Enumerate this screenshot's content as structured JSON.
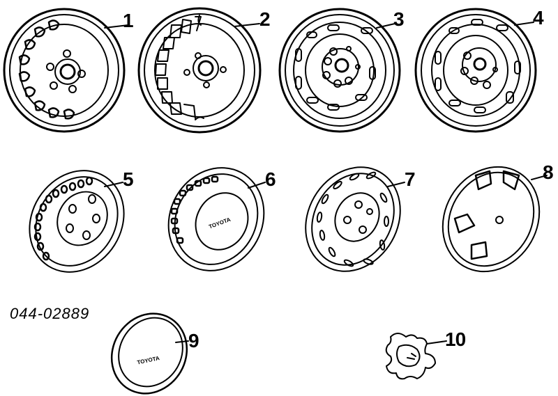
{
  "diagram": {
    "part_number": "044-02889",
    "parts": [
      {
        "callout": "1",
        "kind": "steel-wheel"
      },
      {
        "callout": "2",
        "kind": "steel-wheel"
      },
      {
        "callout": "3",
        "kind": "steel-wheel"
      },
      {
        "callout": "4",
        "kind": "steel-wheel"
      },
      {
        "callout": "5",
        "kind": "wheel-cover"
      },
      {
        "callout": "6",
        "kind": "wheel-cover"
      },
      {
        "callout": "7",
        "kind": "wheel-cover"
      },
      {
        "callout": "8",
        "kind": "wheel-cover"
      },
      {
        "callout": "9",
        "kind": "center-cap"
      },
      {
        "callout": "10",
        "kind": "center-ornament"
      }
    ],
    "cover_6_logo": "TOYOTA",
    "cap_9_logo": "TOYOTA"
  }
}
